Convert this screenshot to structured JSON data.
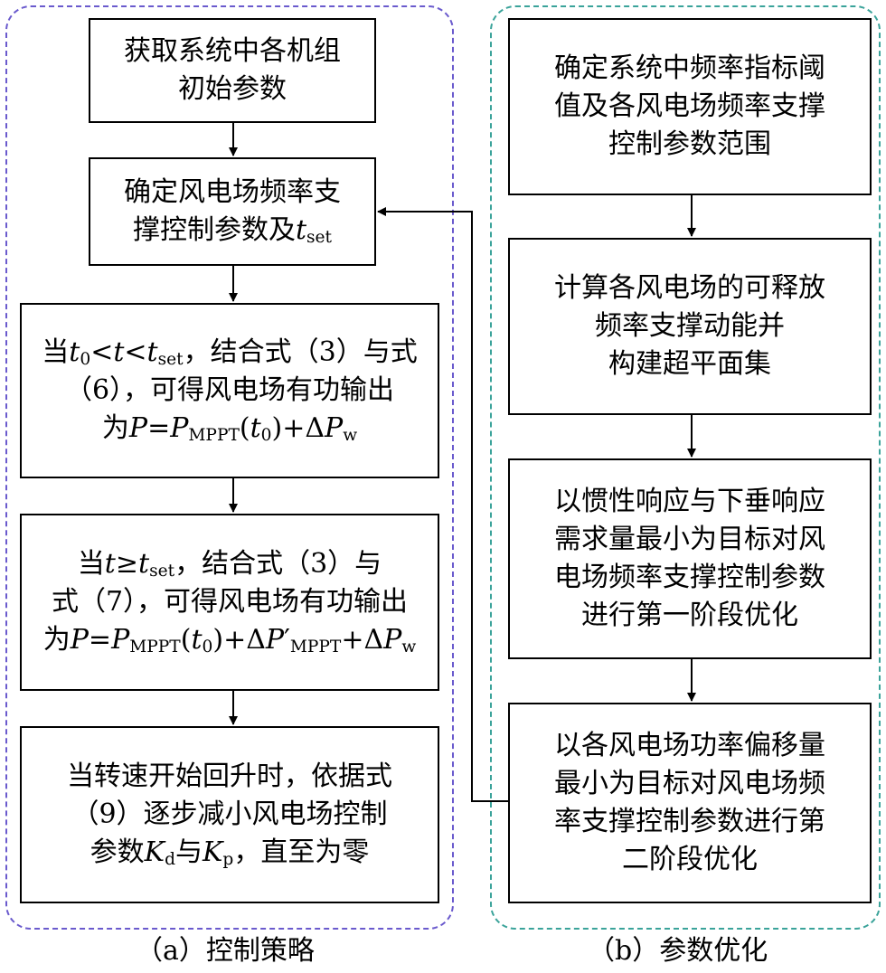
{
  "panels": {
    "a": {
      "caption": "（a）控制策略",
      "boxes": [
        {
          "lines": [
            "获取系统中各机组",
            "初始参数"
          ]
        },
        {
          "lines": [
            "确定风电场频率支",
            "撑控制参数及"
          ],
          "tail_var": "t",
          "tail_sub": "set"
        },
        {
          "pre": "当",
          "t0": "t",
          "t0_sub": "0",
          "lt": "<",
          "t": "t",
          "lt2": "<",
          "tset": "t",
          "tset_sub": "set",
          "rest1": "，结合式（3）与式",
          "line2": "（6），可得风电场有功输出",
          "l3_pre": "为",
          "P": "P",
          "eq": "=",
          "Pm": "P",
          "Pm_sub": "MPPT",
          "open": "(",
          "t02": "t",
          "t02_sub": "0",
          "close": ")",
          "plus": "+Δ",
          "Pw": "P",
          "Pw_sub": "w"
        },
        {
          "pre": "当",
          "t": "t",
          "ge": "≥",
          "tset": "t",
          "tset_sub": "set",
          "rest1": "，结合式（3）与",
          "line2": "式（7），可得风电场有功输出",
          "l3_pre": "为",
          "P": "P",
          "eq": "=",
          "Pm": "P",
          "Pm_sub": "MPPT",
          "open": "(",
          "t02": "t",
          "t02_sub": "0",
          "close": ")",
          "plus": "+Δ",
          "Pd": "P",
          "prime": "′",
          "Pd_sub": "MPPT",
          "plus2": "+Δ",
          "Pw": "P",
          "Pw_sub": "w"
        },
        {
          "line1": "当转速开始回升时，依据式",
          "line2": "（9）逐步减小风电场控制",
          "l3_pre": "参数",
          "Kd": "K",
          "Kd_sub": "d",
          "mid": "与",
          "Kp": "K",
          "Kp_sub": "p",
          "rest": "，直至为零"
        }
      ]
    },
    "b": {
      "caption": "（b）参数优化",
      "boxes": [
        {
          "lines": [
            "确定系统中频率指标阈",
            "值及各风电场频率支撑",
            "控制参数范围"
          ]
        },
        {
          "lines": [
            "计算各风电场的可释放",
            "频率支撑动能并",
            "构建超平面集"
          ]
        },
        {
          "lines": [
            "以惯性响应与下垂响应",
            "需求量最小为目标对风",
            "电场频率支撑控制参数",
            "进行第一阶段优化"
          ]
        },
        {
          "lines": [
            "以各风电场功率偏移量",
            "最小为目标对风电场频",
            "率支撑控制参数进行第",
            "二阶段优化"
          ]
        }
      ]
    }
  }
}
